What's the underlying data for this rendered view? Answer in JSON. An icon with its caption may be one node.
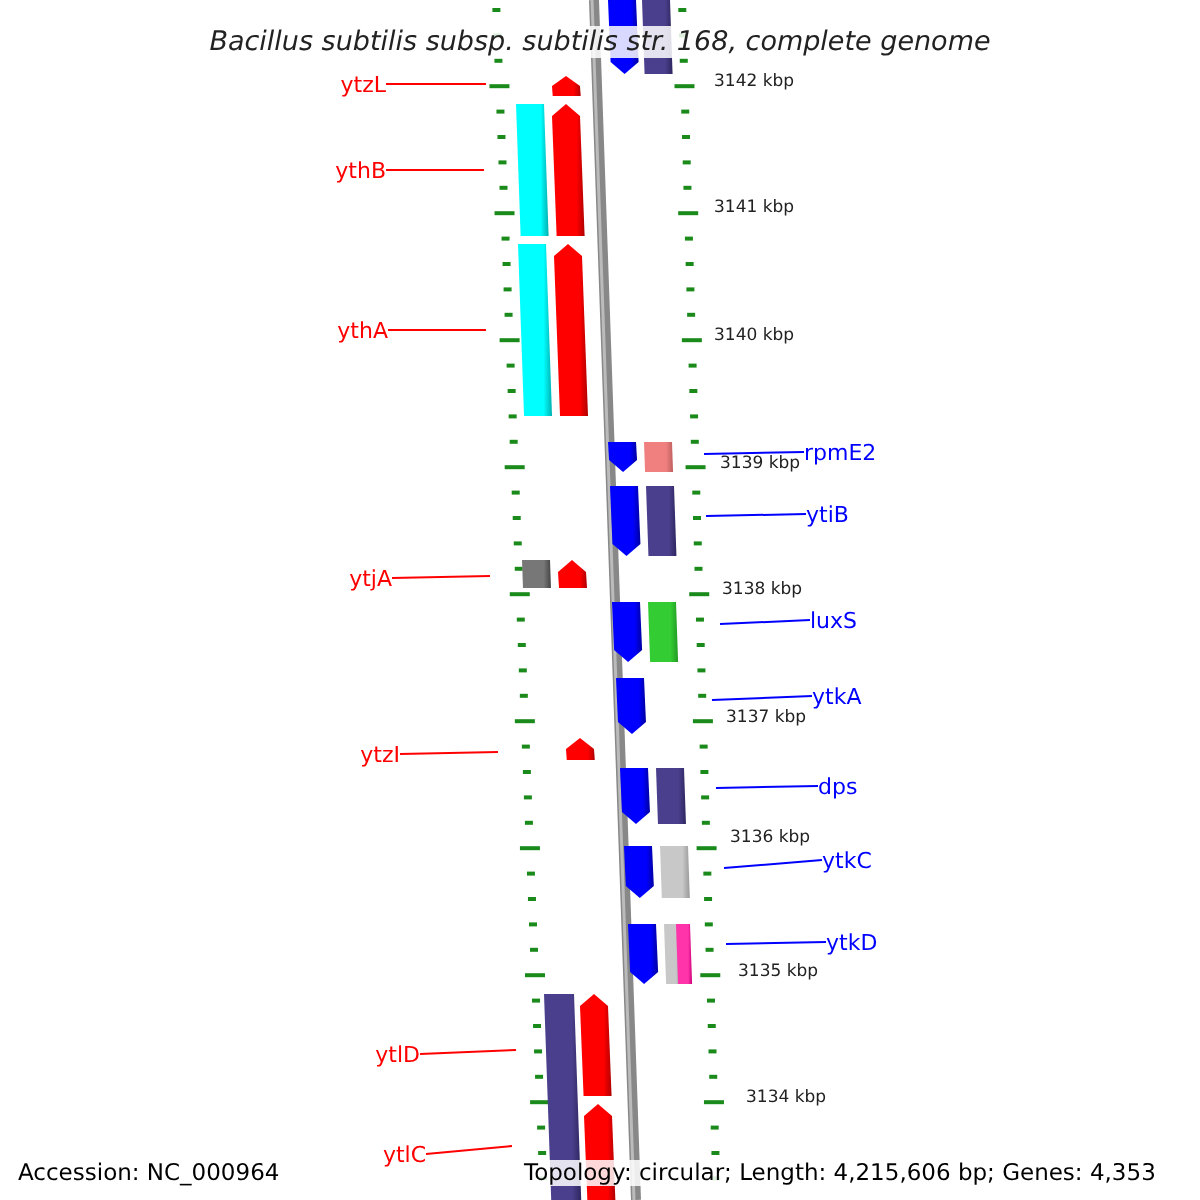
{
  "diagram": {
    "title": "Bacillus subtilis subsp. subtilis str. 168, complete genome",
    "nodes": [
      {
        "text": [
          "ytzL"
        ]
      },
      {
        "text": [
          "ythB"
        ]
      },
      {
        "text": [
          "ythA"
        ]
      },
      {
        "text": [
          "rpmE2"
        ]
      },
      {
        "text": [
          "ytiB"
        ]
      },
      {
        "text": [
          "ytjA"
        ]
      },
      {
        "text": [
          "luxS"
        ]
      },
      {
        "text": [
          "ytkA"
        ]
      },
      {
        "text": [
          "ytzI"
        ]
      },
      {
        "text": [
          "dps"
        ]
      },
      {
        "text": [
          "ytkC"
        ]
      },
      {
        "text": [
          "ytkD"
        ]
      },
      {
        "text": [
          "ytlD"
        ]
      },
      {
        "text": [
          "ytlC"
        ]
      }
    ],
    "edges": [
      {
        "from": 0,
        "to": null,
        "arrow": "none"
      },
      {
        "from": 1,
        "to": null,
        "arrow": "none"
      },
      {
        "from": 2,
        "to": null,
        "arrow": "none"
      },
      {
        "from": 3,
        "to": null,
        "arrow": "none",
        "color": "#0000ff"
      },
      {
        "from": 4,
        "to": null,
        "arrow": "none",
        "color": "#0000ff"
      },
      {
        "from": 5,
        "to": null,
        "arrow": "none"
      },
      {
        "from": 6,
        "to": null,
        "arrow": "none",
        "color": "#0000ff"
      },
      {
        "from": 7,
        "to": null,
        "arrow": "none",
        "color": "#0000ff"
      },
      {
        "from": 8,
        "to": null,
        "arrow": "none"
      },
      {
        "from": 9,
        "to": null,
        "arrow": "none",
        "color": "#0000ff"
      },
      {
        "from": 10,
        "to": null,
        "arrow": "none",
        "color": "#0000ff"
      },
      {
        "from": 11,
        "to": null,
        "arrow": "none",
        "color": "#0000ff"
      },
      {
        "from": 12,
        "to": null,
        "arrow": "none"
      },
      {
        "from": 13,
        "to": null,
        "arrow": "none"
      }
    ],
    "labels": [
      "3142 kbp",
      "3141 kbp",
      "3140 kbp",
      "3139 kbp",
      "3138 kbp",
      "3137 kbp",
      "3136 kbp",
      "3135 kbp",
      "3134 kbp",
      "Accession: NC_000964",
      "Topology: circular; Length: 4,215,606 bp; Genes: 4,353"
    ]
  }
}
